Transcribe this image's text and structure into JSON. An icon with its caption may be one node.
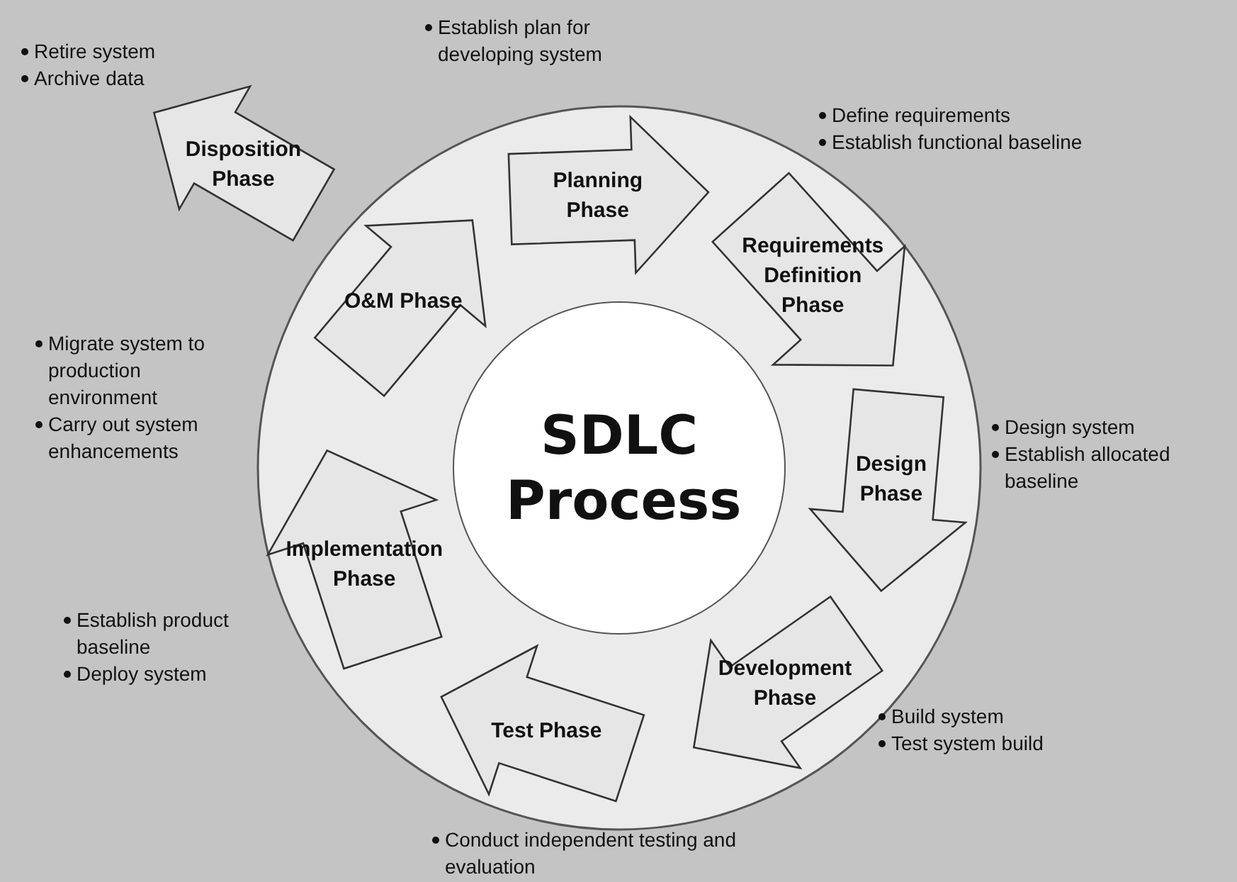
{
  "diagram": {
    "nodes": [
      {
        "text": [
          "Planning Phase"
        ],
        "beside": [
          "Establish plan for developing system"
        ]
      },
      {
        "text": [
          "Requirements Definition Phase"
        ],
        "beside": [
          "Define requirements",
          "Establish functional baseline"
        ]
      },
      {
        "text": [
          "Design Phase"
        ],
        "beside": [
          "Design system",
          "Establish allocated baseline"
        ]
      },
      {
        "text": [
          "Development Phase"
        ],
        "beside": [
          "Build system",
          "Test system build"
        ]
      },
      {
        "text": [
          "Test Phase"
        ],
        "beside": [
          "Conduct independent testing and evaluation"
        ]
      },
      {
        "text": [
          "Implementation Phase"
        ],
        "beside": [
          "Establish product baseline",
          "Deploy system"
        ]
      },
      {
        "text": [
          "O&M Phase"
        ],
        "beside": [
          "Migrate system to production environment",
          "Carry out system enhancements"
        ]
      },
      {
        "text": [
          "Disposition Phase"
        ],
        "beside": [
          "Retire system",
          "Archive data"
        ]
      },
      {
        "text": [
          "SDLC Process"
        ]
      }
    ],
    "edges": []
  }
}
